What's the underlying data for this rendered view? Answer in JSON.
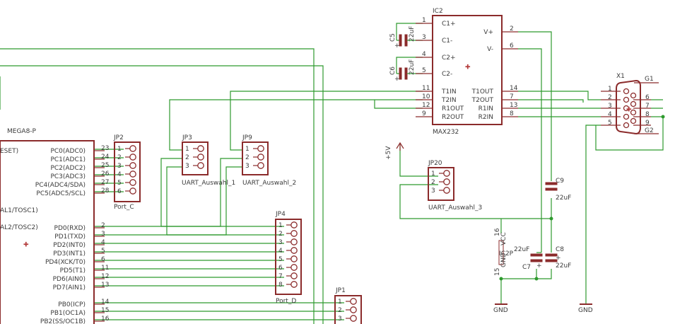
{
  "parts": {
    "mega8": {
      "name": "MEGA8-P",
      "left_labels": [
        "ESET)",
        "AL1/TOSC1)",
        "AL2/TOSC2)"
      ],
      "pins": [
        {
          "label": "PC0(ADC0)",
          "num": "23"
        },
        {
          "label": "PC1(ADC1)",
          "num": "24"
        },
        {
          "label": "PC2(ADC2)",
          "num": "25"
        },
        {
          "label": "PC3(ADC3)",
          "num": "26"
        },
        {
          "label": "PC4(ADC4/SDA)",
          "num": "27"
        },
        {
          "label": "PC5(ADC5/SCL)",
          "num": "28"
        },
        {
          "label": "PD0(RXD)",
          "num": "2"
        },
        {
          "label": "PD1(TXD)",
          "num": "3"
        },
        {
          "label": "PD2(INT0)",
          "num": "4"
        },
        {
          "label": "PD3(INT1)",
          "num": "5"
        },
        {
          "label": "PD4(XCK/T0)",
          "num": "6"
        },
        {
          "label": "PD5(T1)",
          "num": "11"
        },
        {
          "label": "PD6(AIN0)",
          "num": "12"
        },
        {
          "label": "PD7(AIN1)",
          "num": "13"
        },
        {
          "label": "PB0(ICP)",
          "num": "14"
        },
        {
          "label": "PB1(OC1A)",
          "num": "15"
        },
        {
          "label": "PB2(SS/OC1B)",
          "num": "16"
        }
      ]
    },
    "ic2": {
      "name": "IC2",
      "value": "MAX232",
      "left_pins": [
        {
          "label": "C1+",
          "num": "1"
        },
        {
          "label": "C1-",
          "num": "3"
        },
        {
          "label": "C2+",
          "num": "4"
        },
        {
          "label": "C2-",
          "num": "5"
        },
        {
          "label": "T1IN",
          "num": "11"
        },
        {
          "label": "T2IN",
          "num": "10"
        },
        {
          "label": "R1OUT",
          "num": "12"
        },
        {
          "label": "R2OUT",
          "num": "9"
        }
      ],
      "right_pins": [
        {
          "label": "V+",
          "num": "2"
        },
        {
          "label": "V-",
          "num": "6"
        },
        {
          "label": "T1OUT",
          "num": "14"
        },
        {
          "label": "T2OUT",
          "num": "7"
        },
        {
          "label": "R1IN",
          "num": "13"
        },
        {
          "label": "R2IN",
          "num": "8"
        }
      ],
      "power_part": "IC2P",
      "vcc_label": "VCC",
      "vcc_num": "16",
      "gnd_label": "GND",
      "gnd_num": "15"
    },
    "caps": {
      "c5": {
        "name": "C5",
        "value": "22uF"
      },
      "c6": {
        "name": "C6",
        "value": "22uF"
      },
      "c7": {
        "name": "C7",
        "value": "22uF"
      },
      "c8": {
        "name": "C8",
        "value": "22uF"
      },
      "c9": {
        "name": "C9",
        "value": "22uF"
      }
    },
    "x1": {
      "name": "X1",
      "pins_left": [
        "1",
        "2",
        "3",
        "4",
        "5"
      ],
      "pins_right": [
        "6",
        "7",
        "8",
        "9"
      ],
      "g1": "G1",
      "g2": "G2"
    },
    "jp2": {
      "name": "JP2",
      "value": "Port_C",
      "pins": [
        "1",
        "2",
        "3",
        "4",
        "5",
        "6"
      ]
    },
    "jp3": {
      "name": "JP3",
      "value": "UART_Auswahl_1",
      "pins": [
        "1",
        "2",
        "3"
      ]
    },
    "jp9": {
      "name": "JP9",
      "value": "UART_Auswahl_2",
      "pins": [
        "1",
        "2",
        "3"
      ]
    },
    "jp20": {
      "name": "JP20",
      "value": "UART_Auswahl_3",
      "pins": [
        "1",
        "2",
        "3"
      ]
    },
    "jp4": {
      "name": "JP4",
      "value": "Port_D",
      "pins": [
        "1",
        "2",
        "3",
        "4",
        "5",
        "6",
        "7",
        "8"
      ]
    },
    "jp1": {
      "name": "JP1",
      "pins": [
        "1",
        "2",
        "3"
      ]
    },
    "supply": {
      "plus5v": "+5V",
      "gnd1": "GND",
      "gnd2": "GND"
    }
  },
  "colors": {
    "part": "#8b2b2b",
    "wire": "#2e9a2e",
    "text": "#3b3b3b",
    "background": "#ffffff"
  }
}
